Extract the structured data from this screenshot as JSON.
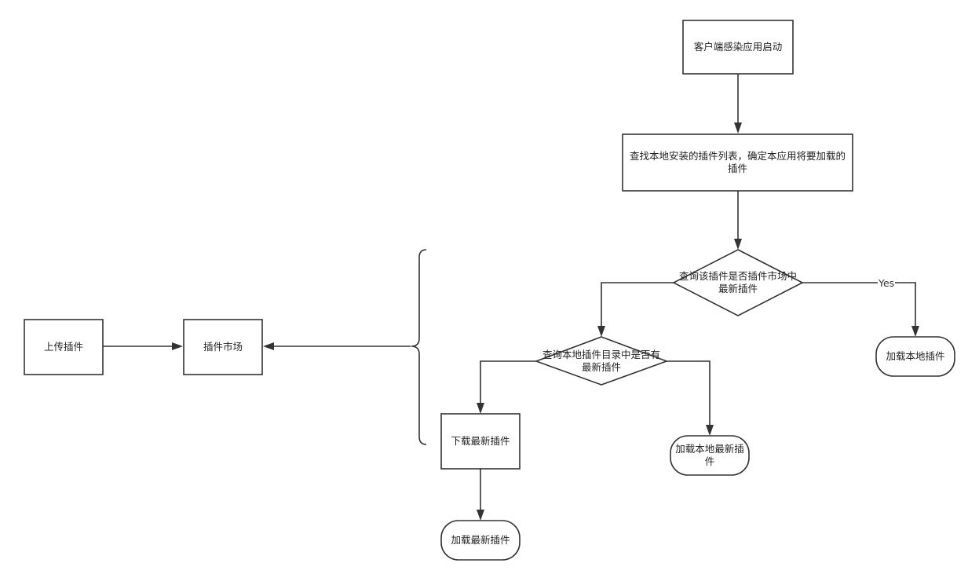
{
  "nodes": {
    "client_start": "客户端感染应用启动",
    "find_local": "查找本地安装的插件列表，确定本应用将要加载的插件",
    "check_market": "查询该插件是否插件市场中最新插件",
    "load_local": "加载本地插件",
    "check_dir": "查询本地插件目录中是否有最新插件",
    "load_local_latest": "加载本地最新插件",
    "download_latest": "下载最新插件",
    "load_latest": "加载最新插件",
    "upload_plugin": "上传插件",
    "plugin_market": "插件市场"
  },
  "edges": {
    "yes_label": "Yes"
  },
  "colors": {
    "stroke": "#333333",
    "fill": "#ffffff",
    "text": "#222222"
  }
}
